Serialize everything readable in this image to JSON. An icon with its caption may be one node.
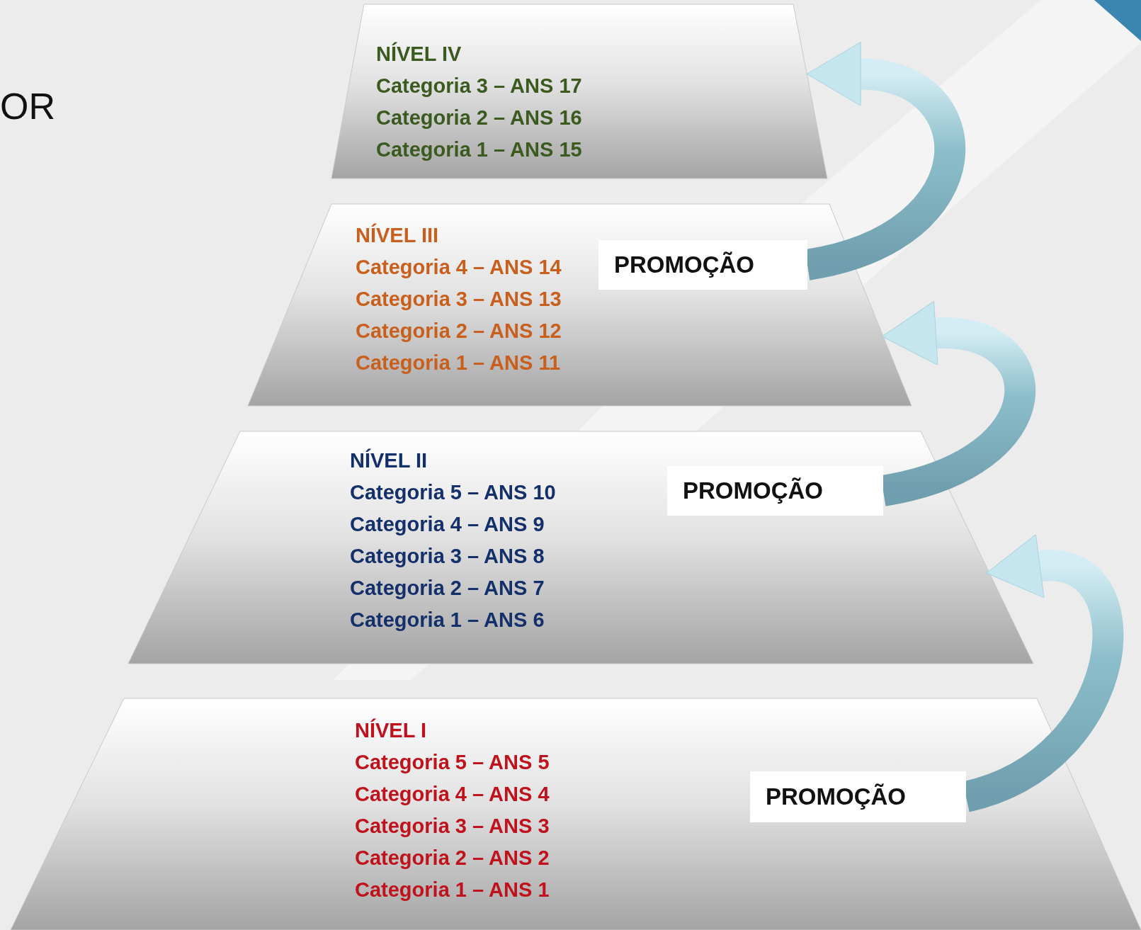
{
  "diagram": {
    "nodes": [
      {
        "text": [
          "NÍVEL IV",
          "Categoria 3 – ANS 17",
          "Categoria 2 – ANS 16",
          "Categoria 1 – ANS 15"
        ]
      },
      {
        "text": [
          "NÍVEL III",
          "Categoria 4 – ANS 14",
          "Categoria 3 – ANS 13",
          "Categoria 2 – ANS 12",
          "Categoria 1 – ANS 11"
        ]
      },
      {
        "text": [
          "PROMOÇÃO"
        ],
        "in": 1
      },
      {
        "text": [
          "NÍVEL II",
          "Categoria 5 – ANS 10",
          "Categoria 4 – ANS 9",
          "Categoria 3 – ANS 8",
          "Categoria 2 – ANS 7",
          "Categoria 1 – ANS 6"
        ]
      },
      {
        "text": [
          "PROMOÇÃO"
        ],
        "in": 3
      },
      {
        "text": [
          "NÍVEL I",
          "Categoria 5 – ANS 5",
          "Categoria 4 – ANS 4",
          "Categoria 3 – ANS 3",
          "Categoria 2 – ANS 2",
          "Categoria 1 – ANS 1"
        ]
      },
      {
        "text": [
          "PROMOÇÃO"
        ],
        "in": 5
      }
    ],
    "edges": [
      {
        "from": 2,
        "to": 0,
        "arrow": "to"
      },
      {
        "from": 4,
        "to": 1,
        "arrow": "to"
      },
      {
        "from": 6,
        "to": 3,
        "arrow": "to"
      }
    ],
    "labels": [
      "OR"
    ]
  }
}
